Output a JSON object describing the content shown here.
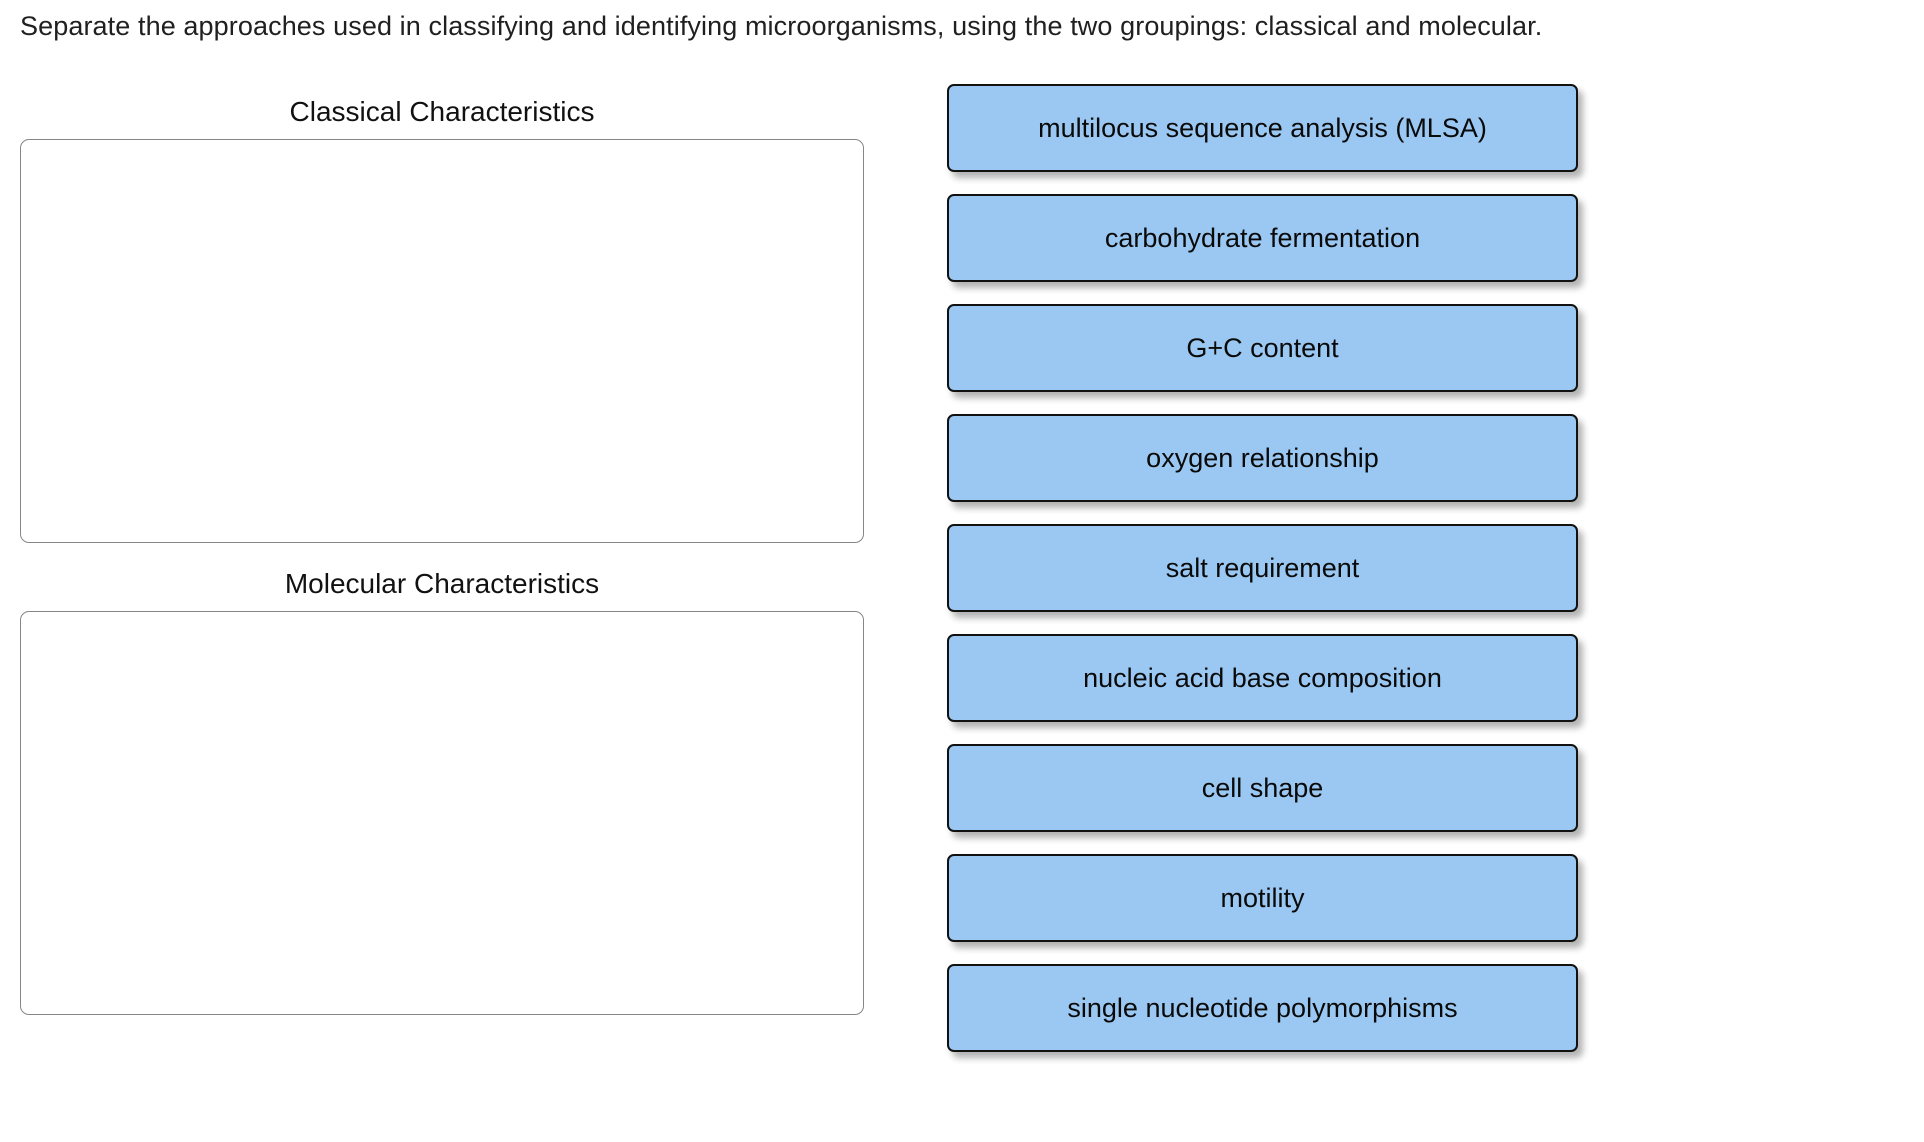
{
  "question": {
    "prompt": "Separate the approaches used in classifying and identifying microorganisms, using the two groupings:  classical and molecular."
  },
  "drop_zones": [
    {
      "id": "classical",
      "heading": "Classical Characteristics",
      "items": []
    },
    {
      "id": "molecular",
      "heading": "Molecular Characteristics",
      "items": []
    }
  ],
  "card_bank": {
    "cards": [
      {
        "label": "multilocus sequence analysis (MLSA)"
      },
      {
        "label": "carbohydrate fermentation"
      },
      {
        "label": "G+C content"
      },
      {
        "label": "oxygen relationship"
      },
      {
        "label": "salt requirement"
      },
      {
        "label": "nucleic acid base composition"
      },
      {
        "label": "cell shape"
      },
      {
        "label": "motility"
      },
      {
        "label": "single nucleotide polymorphisms"
      }
    ]
  },
  "colors": {
    "card_fill": "#9AC8F2",
    "card_border": "#111111",
    "zone_border": "#868686",
    "page_background": "#ffffff",
    "text": "#0a0a0a"
  }
}
